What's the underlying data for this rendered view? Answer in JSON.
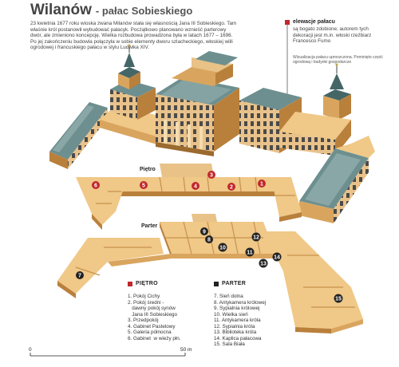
{
  "header": {
    "title_main": "Wilanów",
    "title_sub": "- pałac Sobieskiego"
  },
  "intro_text": "23 kwietnia 1677 roku wioska zwana Milanów stała się własnością Jana III Sobieskiego. Tam właśnie król postanowił wybudować pałacyk. Pocżątkowo planowano wznieść parterowy dwór, ale zmieniono koncepcję. Wielka rozbudowa prowadzona była w latach 1677 – 1696. Po jej zakończeniu budowla połączyła w sobie elementy dworu szlacheckiego, włoskiej willi ogrodowej i francuskiego pałacu w stylu Ludwika XIV.",
  "elevation": {
    "label": "elewacje pałacu",
    "text": "są bogato zdobione; autorem tych dekoracji jest m.in. włoski rzeźbiarz Francesco Fumo",
    "note": "Wizualizacja pałacu uproszczona. Pominięto część ogrodową i budynki gospodarcze"
  },
  "floor_labels": {
    "upper": "Piętro",
    "ground": "Parter"
  },
  "markers": {
    "upper": [
      "1",
      "2",
      "3",
      "4",
      "5",
      "6"
    ],
    "ground": [
      "7",
      "8",
      "9",
      "10",
      "11",
      "12",
      "13",
      "14",
      "15"
    ]
  },
  "legend": {
    "upper_title": "PIĘTRO",
    "upper_items": [
      "1. Pokój Cichy",
      "2. Pokój średni -\n   dawny pokój synów\n   Jana III Sobieskiego",
      "3. Przedpokój",
      "4. Gabinet Pastelowy",
      "5. Galeria północna",
      "6. Gabinet  w wieży płn."
    ],
    "ground_title": "PARTER",
    "ground_items": [
      "7. Sień dolna",
      "8. Antykamera królowej",
      "9. Sypialnia królowej",
      "10. Wielka sień",
      "11. Antykamera króla",
      "12. Sypialnia króla",
      "13. Biblioteka króla",
      "14. Kaplica pałacowa",
      "15. Sala Biała"
    ]
  },
  "scale": {
    "start": "0",
    "end": "50 m"
  },
  "colors": {
    "accent_red": "#c1272d",
    "dark_marker": "#222222",
    "wall": "#d9a55e",
    "wall_dark": "#b9803c",
    "wall_light": "#f0c887",
    "roof": "#6e8f8f",
    "roof_dark": "#456666",
    "roof_light": "#9bb8b5"
  }
}
